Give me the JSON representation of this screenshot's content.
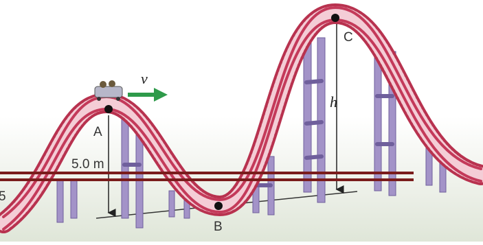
{
  "labels": {
    "velocity": "v",
    "point_a": "A",
    "point_b": "B",
    "point_c": "C",
    "height_c": "h",
    "height_a": "5.0 m",
    "edge_number": "5"
  },
  "colors": {
    "track": "#c43a5a",
    "track_ties": "#f2c9d2",
    "support": "#9f8ec4",
    "support_dark": "#7b6aa6",
    "arrow": "#2e9a4a",
    "overlay_bar": "#7a1c1c",
    "ground": "#e6ebe0"
  },
  "icons": {
    "cart": "roller-coaster-cart-icon",
    "arrow": "velocity-arrow-icon"
  }
}
